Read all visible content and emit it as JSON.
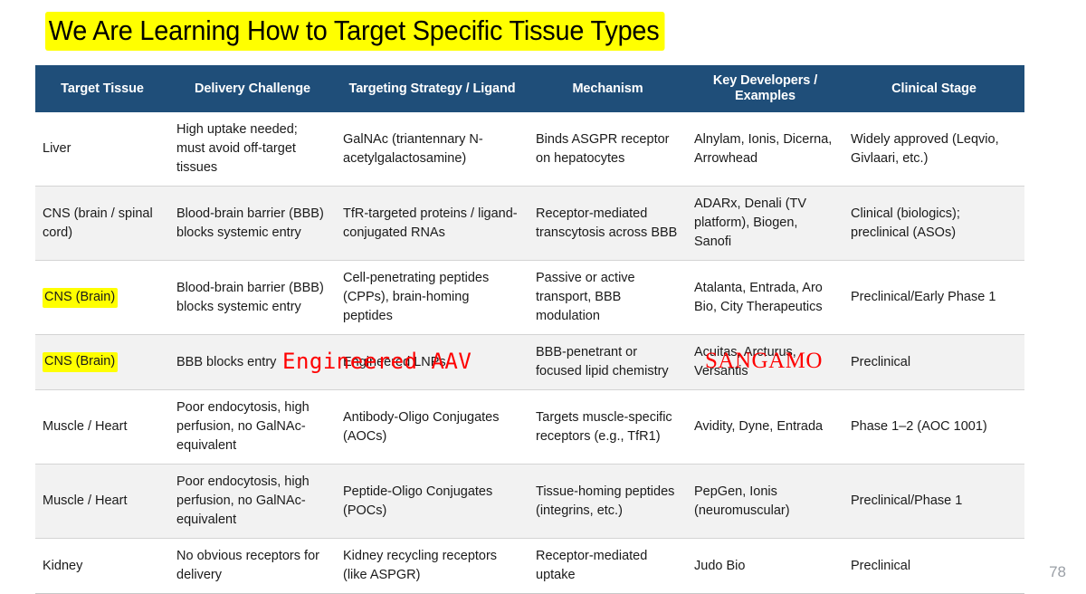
{
  "slide": {
    "title": "We Are Learning How to Target Specific Tissue Types",
    "page_number": "78",
    "highlight_color": "#ffff00",
    "header_color": "#1F4E79",
    "annotation_color": "#ff0000",
    "stripe_color": "#f2f2f2"
  },
  "table": {
    "columns": [
      "Target Tissue",
      "Delivery Challenge",
      "Targeting Strategy / Ligand",
      "Mechanism",
      "Key Developers / Examples",
      "Clinical Stage"
    ],
    "rows": [
      {
        "target_tissue": "Liver",
        "target_tissue_highlighted": false,
        "delivery_challenge": "High uptake needed; must avoid off-target tissues",
        "targeting_strategy": "GalNAc (triantennary N-acetylgalactosamine)",
        "mechanism": "Binds ASGPR receptor on hepatocytes",
        "key_developers": "Alnylam, Ionis, Dicerna, Arrowhead",
        "clinical_stage": "Widely approved (Leqvio, Givlaari, etc.)"
      },
      {
        "target_tissue": "CNS (brain / spinal cord)",
        "target_tissue_highlighted": false,
        "delivery_challenge": "Blood-brain barrier (BBB) blocks systemic entry",
        "targeting_strategy": "TfR-targeted proteins / ligand-conjugated RNAs",
        "mechanism": "Receptor-mediated transcytosis across BBB",
        "key_developers": "ADARx, Denali (TV platform), Biogen, Sanofi",
        "clinical_stage": "Clinical (biologics); preclinical (ASOs)"
      },
      {
        "target_tissue": "CNS (Brain)",
        "target_tissue_highlighted": true,
        "delivery_challenge": "Blood-brain barrier (BBB) blocks systemic entry",
        "targeting_strategy": "Cell-penetrating peptides (CPPs), brain-homing peptides",
        "mechanism": "Passive or active transport, BBB modulation",
        "key_developers": "Atalanta, Entrada, Aro Bio, City Therapeutics",
        "clinical_stage": "Preclinical/Early Phase 1"
      },
      {
        "target_tissue": "CNS (Brain)",
        "target_tissue_highlighted": true,
        "delivery_challenge": "BBB blocks entry",
        "targeting_strategy": "Engineered LNPs",
        "mechanism": "BBB-penetrant or focused lipid chemistry",
        "key_developers": "Acuitas, Arcturus, Versantis",
        "clinical_stage": "Preclinical"
      },
      {
        "target_tissue": "Muscle / Heart",
        "target_tissue_highlighted": false,
        "delivery_challenge": "Poor endocytosis, high perfusion, no GalNAc-equivalent",
        "targeting_strategy": "Antibody-Oligo Conjugates (AOCs)",
        "mechanism": "Targets muscle-specific receptors (e.g., TfR1)",
        "key_developers": "Avidity, Dyne, Entrada",
        "clinical_stage": "Phase 1–2 (AOC 1001)"
      },
      {
        "target_tissue": "Muscle / Heart",
        "target_tissue_highlighted": false,
        "delivery_challenge": "Poor endocytosis, high perfusion, no GalNAc-equivalent",
        "targeting_strategy": "Peptide-Oligo Conjugates (POCs)",
        "mechanism": "Tissue-homing peptides (integrins, etc.)",
        "key_developers": "PepGen, Ionis (neuromuscular)",
        "clinical_stage": "Preclinical/Phase 1"
      },
      {
        "target_tissue": "Kidney",
        "target_tissue_highlighted": false,
        "delivery_challenge": "No obvious receptors for delivery",
        "targeting_strategy": "Kidney recycling receptors (like ASPGR)",
        "mechanism": "Receptor-mediated uptake",
        "key_developers": "Judo Bio",
        "clinical_stage": "Preclinical"
      }
    ]
  },
  "annotations": [
    {
      "id": "annotation-aav",
      "text": "Engineered AAV"
    },
    {
      "id": "annotation-sangamo",
      "text": "SANGAMO"
    }
  ]
}
